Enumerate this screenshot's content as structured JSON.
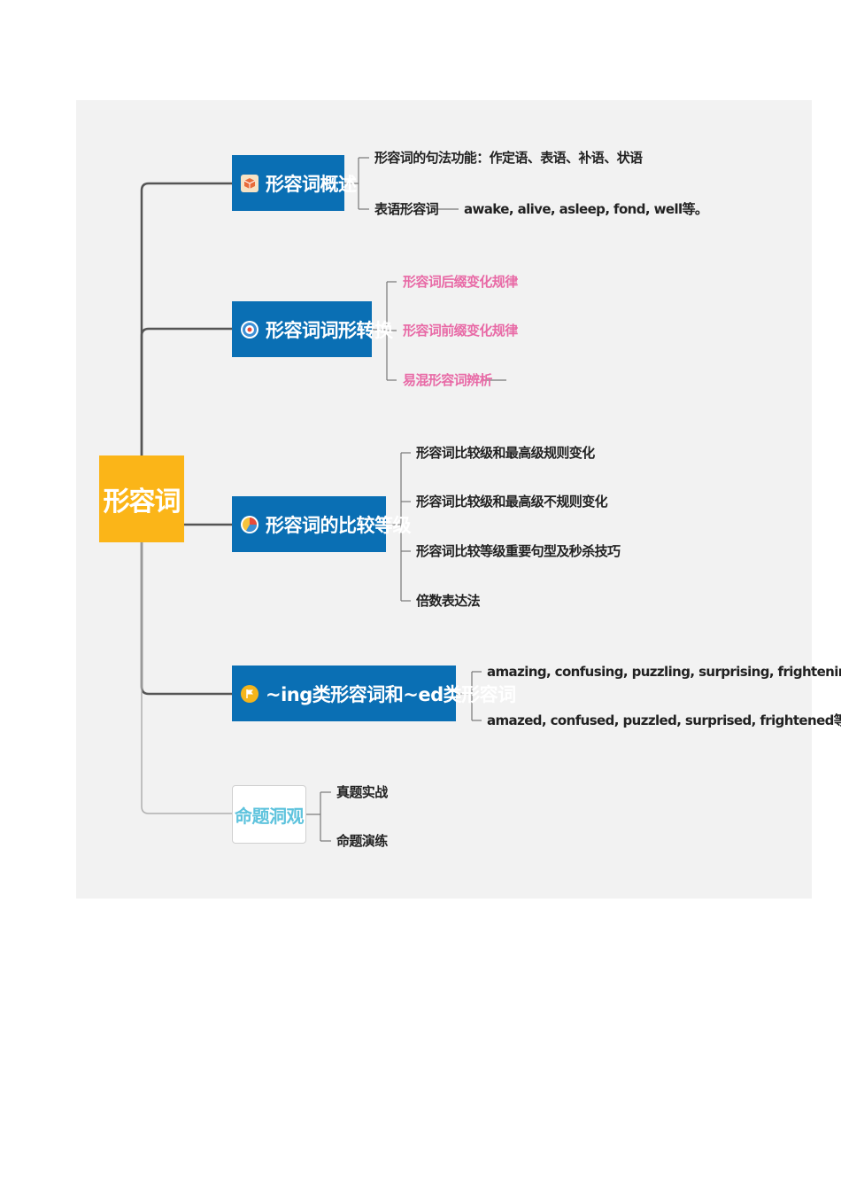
{
  "root": {
    "label": "形容词",
    "color": "#fbb518"
  },
  "branches": [
    {
      "label": "形容词概述",
      "icon": "cube-icon",
      "children": [
        {
          "label": "形容词的句法功能：作定语、表语、补语、状语"
        },
        {
          "label": "表语形容词",
          "detail": "awake, alive, asleep, fond, well等。"
        }
      ]
    },
    {
      "label": "形容词词形转换",
      "icon": "target-icon",
      "children": [
        {
          "label": "形容词后缀变化规律"
        },
        {
          "label": "形容词前缀变化规律"
        },
        {
          "label": "易混形容词辨析"
        }
      ]
    },
    {
      "label": "形容词的比较等级",
      "icon": "pie-chart-icon",
      "children": [
        {
          "label": "形容词比较级和最高级规则变化"
        },
        {
          "label": "形容词比较级和最高级不规则变化"
        },
        {
          "label": "形容词比较等级重要句型及秒杀技巧"
        },
        {
          "label": "倍数表达法"
        }
      ]
    },
    {
      "label": "~ing类形容词和~ed类形容词",
      "icon": "flag-icon",
      "children": [
        {
          "label": "amazing, confusing, puzzling, surprising, frightening等。"
        },
        {
          "label": "amazed, confused, puzzled, surprised, frightened等。"
        }
      ]
    },
    {
      "label": "命题洞观",
      "children": [
        {
          "label": "真题实战"
        },
        {
          "label": "命题演练"
        }
      ]
    }
  ],
  "colors": {
    "branch_bg": "#0a6fb4",
    "canvas_bg": "#f2f2f2",
    "pink_text": "#e86aa6",
    "light_branch_text": "#5ec3dd"
  }
}
